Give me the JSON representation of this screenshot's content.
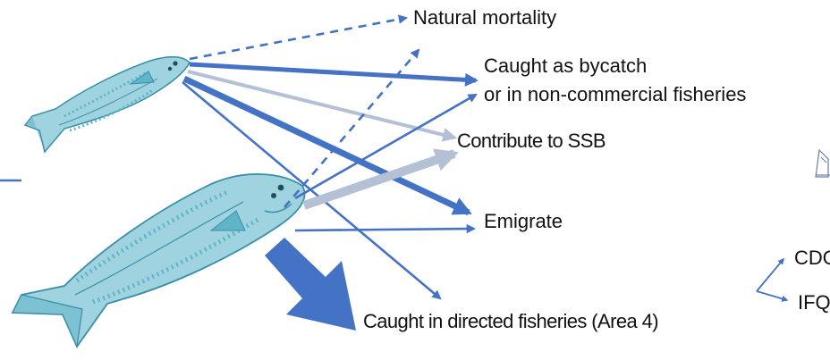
{
  "outcomes": {
    "natural_mortality": "Natural mortality",
    "bycatch_line1": "Caught as bycatch",
    "bycatch_line2": "or in non-commercial fisheries",
    "ssb": "Contribute to SSB",
    "emigrate": "Emigrate",
    "directed": "Caught in directed fisheries (Area 4)"
  },
  "cropped_labels": {
    "cdq": "CDQ",
    "ifq": "IFQ"
  },
  "colors": {
    "arrow_blue": "#4472c4",
    "arrow_gray": "#b4c0d4",
    "fish_teal": "#4aa8bd",
    "fish_light": "#9fd3df"
  },
  "icons": [
    "small-halibut-icon",
    "large-halibut-icon",
    "vessel-icon"
  ]
}
